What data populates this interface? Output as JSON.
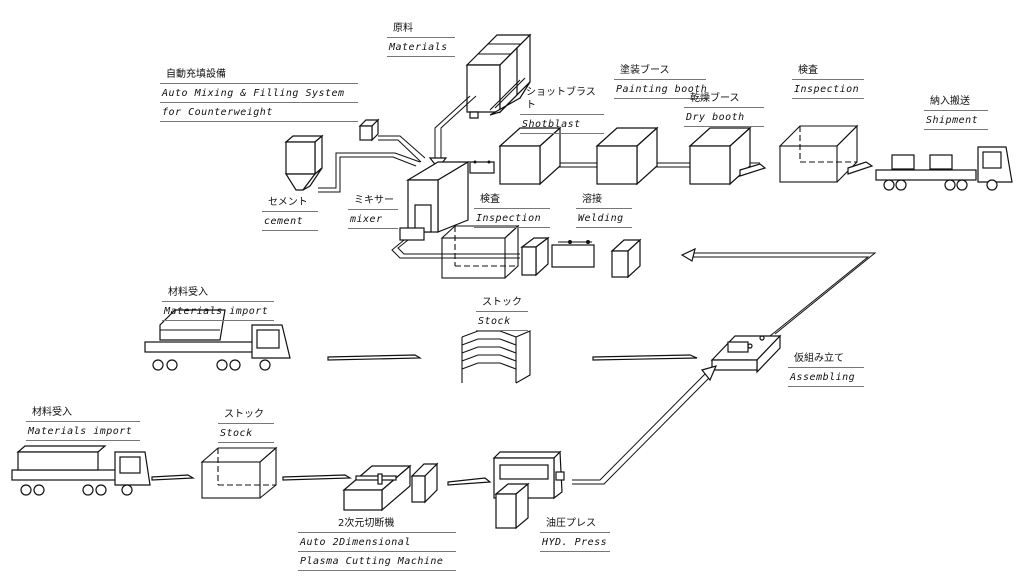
{
  "diagram": {
    "type": "production process flow",
    "stations": {
      "materials_top": {
        "jp": "原料",
        "en": "Materials"
      },
      "auto_mixing": {
        "jp": "自動充填設備",
        "en": [
          "Auto Mixing & Filling System",
          "for Counterweight"
        ]
      },
      "cement": {
        "jp": "セメント",
        "en": "cement"
      },
      "mixer": {
        "jp": "ミキサー",
        "en": "mixer"
      },
      "inspection_mid": {
        "jp": "検査",
        "en": "Inspection"
      },
      "welding": {
        "jp": "溶接",
        "en": "Welding"
      },
      "shotblast": {
        "jp": "ショットブラスト",
        "en": "Shotblast"
      },
      "painting_booth": {
        "jp": "塗装ブース",
        "en": "Painting booth"
      },
      "dry_booth": {
        "jp": "乾燥ブース",
        "en": "Dry booth"
      },
      "inspection_top": {
        "jp": "検査",
        "en": "Inspection"
      },
      "shipment": {
        "jp": "納入搬送",
        "en": "Shipment"
      },
      "materials_import_1": {
        "jp": "材料受入",
        "en": "Materials import"
      },
      "stock_1": {
        "jp": "ストック",
        "en": "Stock"
      },
      "assembling": {
        "jp": "仮組み立て",
        "en": "Assembling"
      },
      "materials_import_2": {
        "jp": "材料受入",
        "en": "Materials import"
      },
      "stock_2": {
        "jp": "ストック",
        "en": "Stock"
      },
      "plasma_cutting": {
        "jp": "2次元切断機",
        "en": [
          "Auto 2Dimensional",
          "Plasma Cutting Machine"
        ]
      },
      "hyd_press": {
        "jp": "油圧プレス",
        "en": "HYD. Press"
      }
    }
  }
}
